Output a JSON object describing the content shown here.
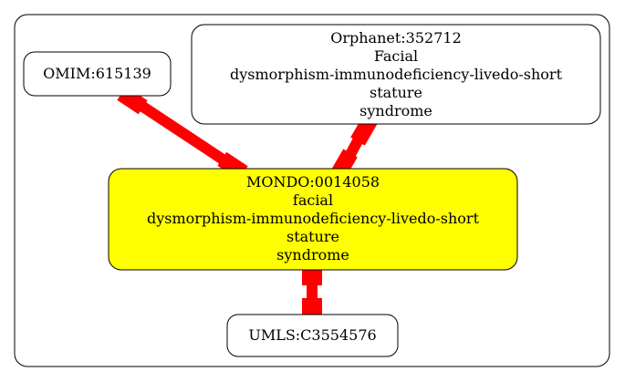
{
  "diagram": {
    "nodes": {
      "omim": {
        "lines": [
          "OMIM:615139"
        ],
        "fill": "#ffffff"
      },
      "orphanet": {
        "lines": [
          "Orphanet:352712",
          "Facial",
          "dysmorphism-immunodeficiency-livedo-short",
          "stature",
          "syndrome"
        ],
        "fill": "#ffffff"
      },
      "mondo": {
        "lines": [
          "MONDO:0014058",
          "facial",
          "dysmorphism-immunodeficiency-livedo-short",
          "stature",
          "syndrome"
        ],
        "fill": "#ffff00"
      },
      "umls": {
        "lines": [
          "UMLS:C3554576"
        ],
        "fill": "#ffffff"
      }
    },
    "edge_color": "#ff0000",
    "node_stroke": "#000000"
  }
}
